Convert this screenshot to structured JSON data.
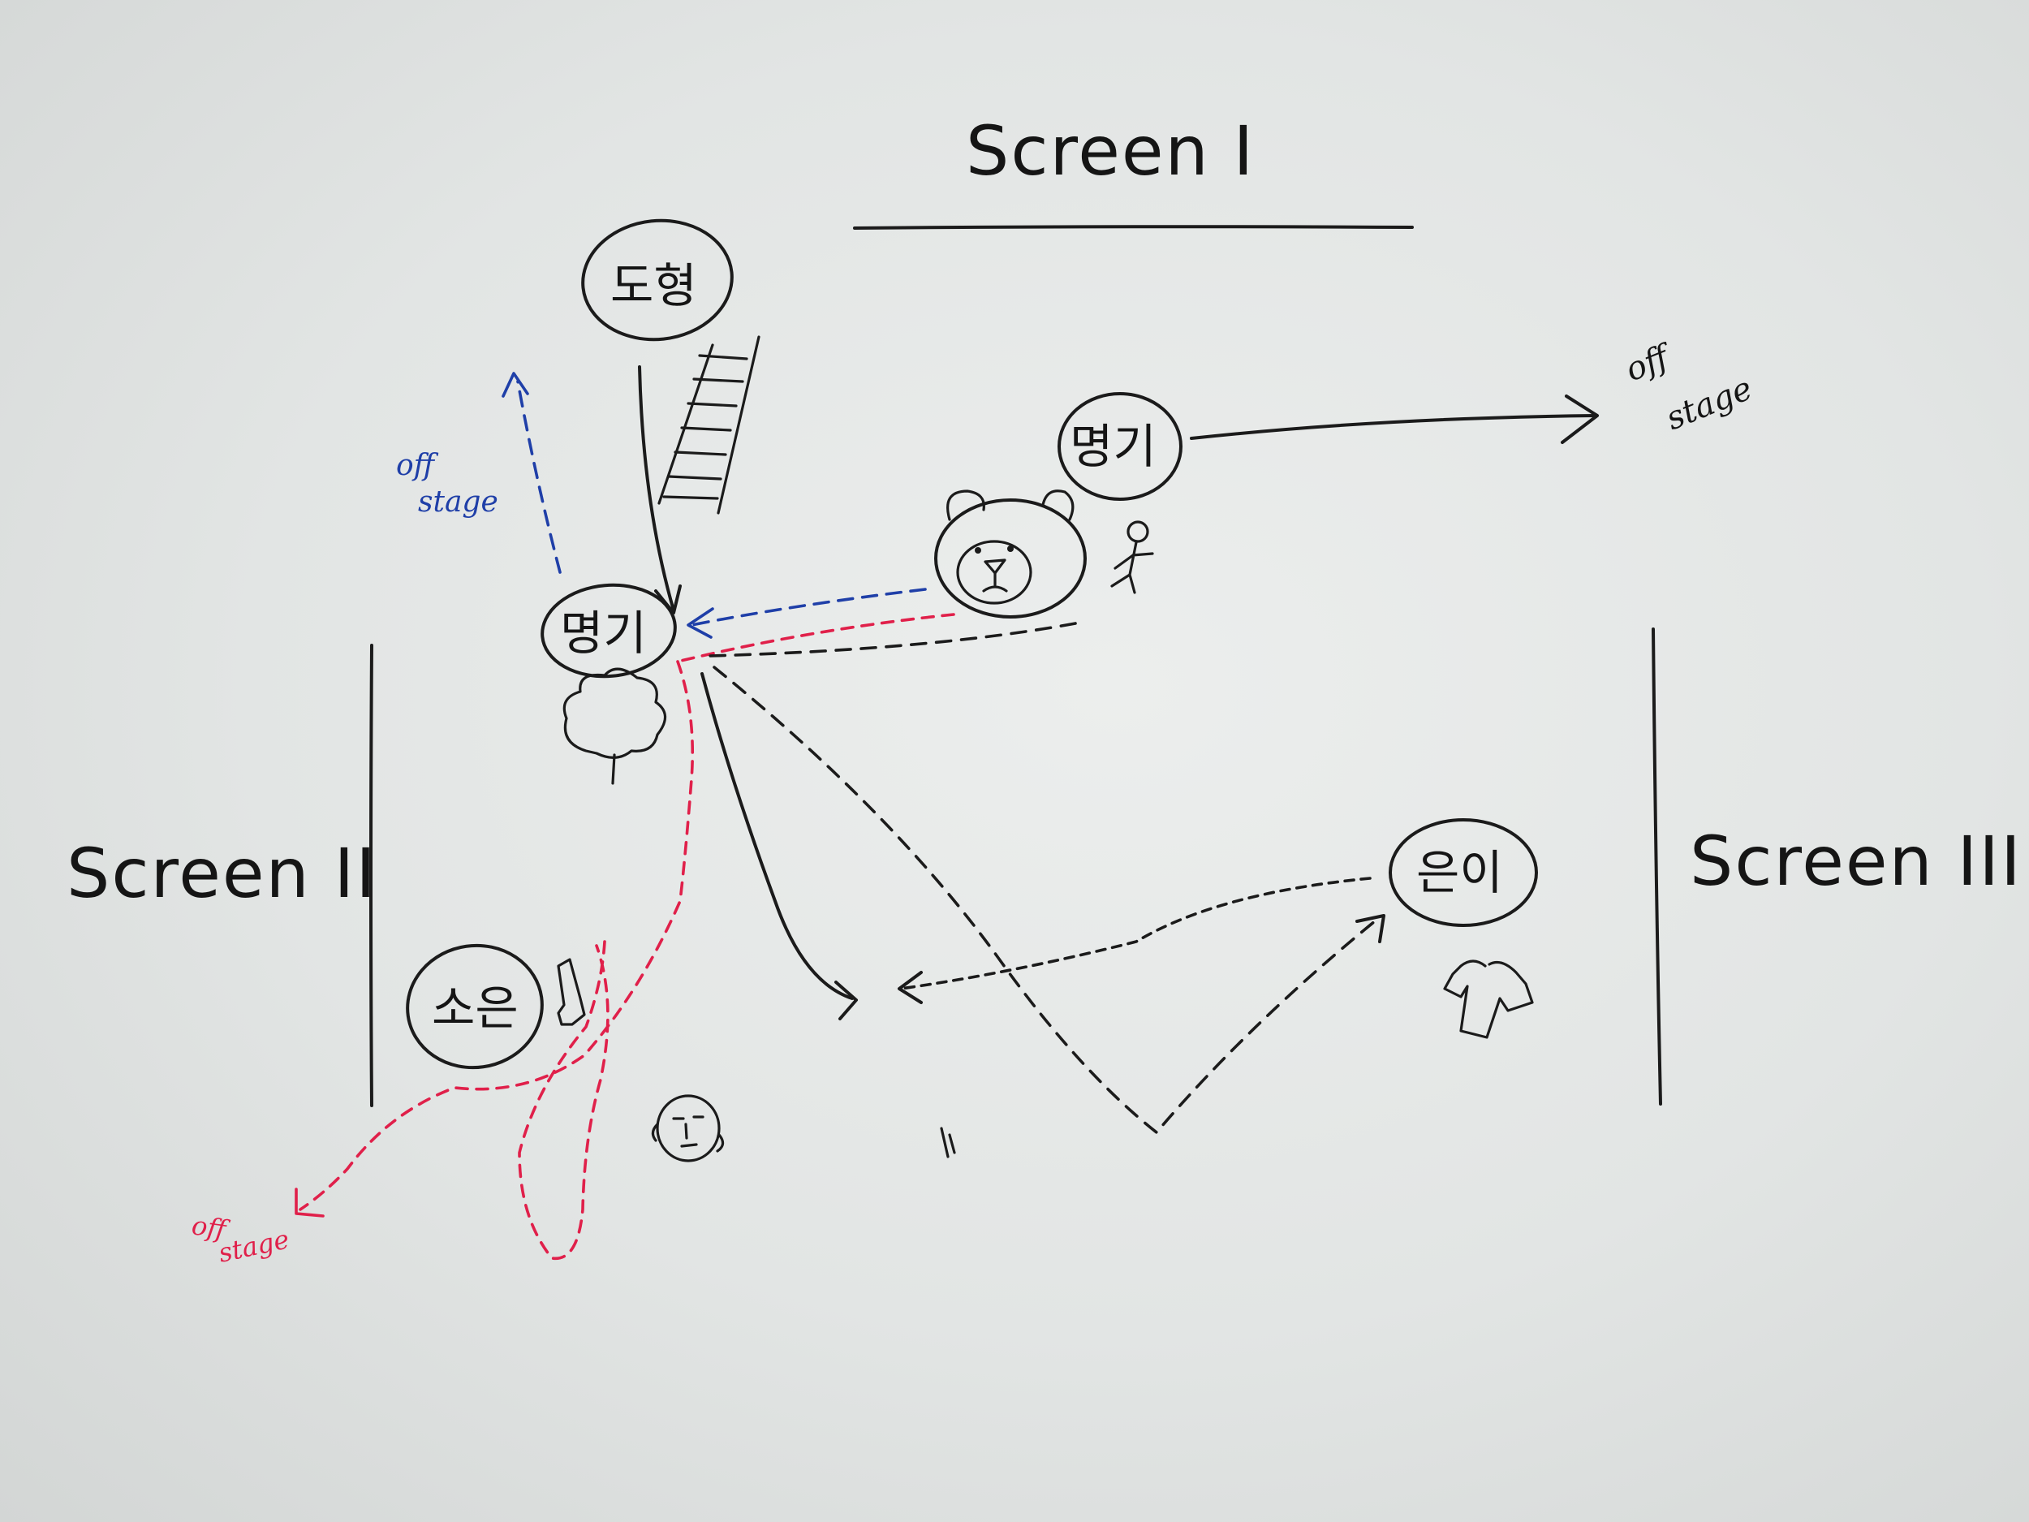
{
  "screens": {
    "screen1": "Screen I",
    "screen2": "Screen II",
    "screen3": "Screen III"
  },
  "characters": {
    "dohyeong": "도형",
    "myeonggi_right": "명기",
    "myeonggi_center": "명기",
    "soeun": "소은",
    "euni": "은이"
  },
  "offstage": {
    "black": {
      "line1": "off",
      "line2": "stage"
    },
    "blue": {
      "line1": "off",
      "line2": "stage"
    },
    "red": {
      "line1": "off",
      "line2": "stage"
    }
  },
  "path_colors": {
    "black": "#1b1b1b",
    "blue": "#1f3fa8",
    "red": "#e0204a"
  },
  "props": [
    "ladder-icon",
    "bear-icon",
    "stick-figure-icon",
    "tree-icon",
    "boot-icon",
    "face-icon",
    "shirt-icon"
  ]
}
